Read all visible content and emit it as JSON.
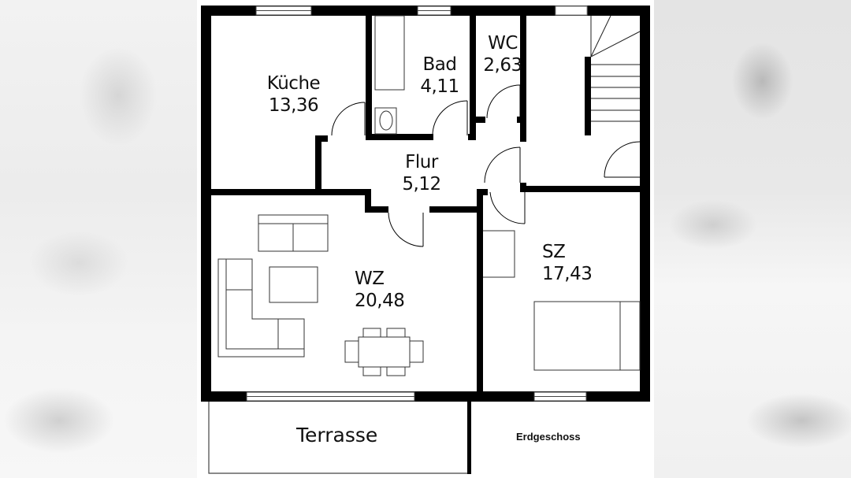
{
  "plan": {
    "floor_name": "Erdgeschoss",
    "colors": {
      "wall": "#000000",
      "background": "#ffffff",
      "furniture_line": "#333333"
    },
    "rooms": [
      {
        "id": "kueche",
        "name": "Küche",
        "area": "13,36"
      },
      {
        "id": "bad",
        "name": "Bad",
        "area": "4,11"
      },
      {
        "id": "wc",
        "name": "WC",
        "area": "2,63"
      },
      {
        "id": "flur",
        "name": "Flur",
        "area": "5,12"
      },
      {
        "id": "wz",
        "name": "WZ",
        "area": "20,48"
      },
      {
        "id": "sz",
        "name": "SZ",
        "area": "17,43"
      }
    ],
    "terrace": {
      "name": "Terrasse"
    }
  }
}
